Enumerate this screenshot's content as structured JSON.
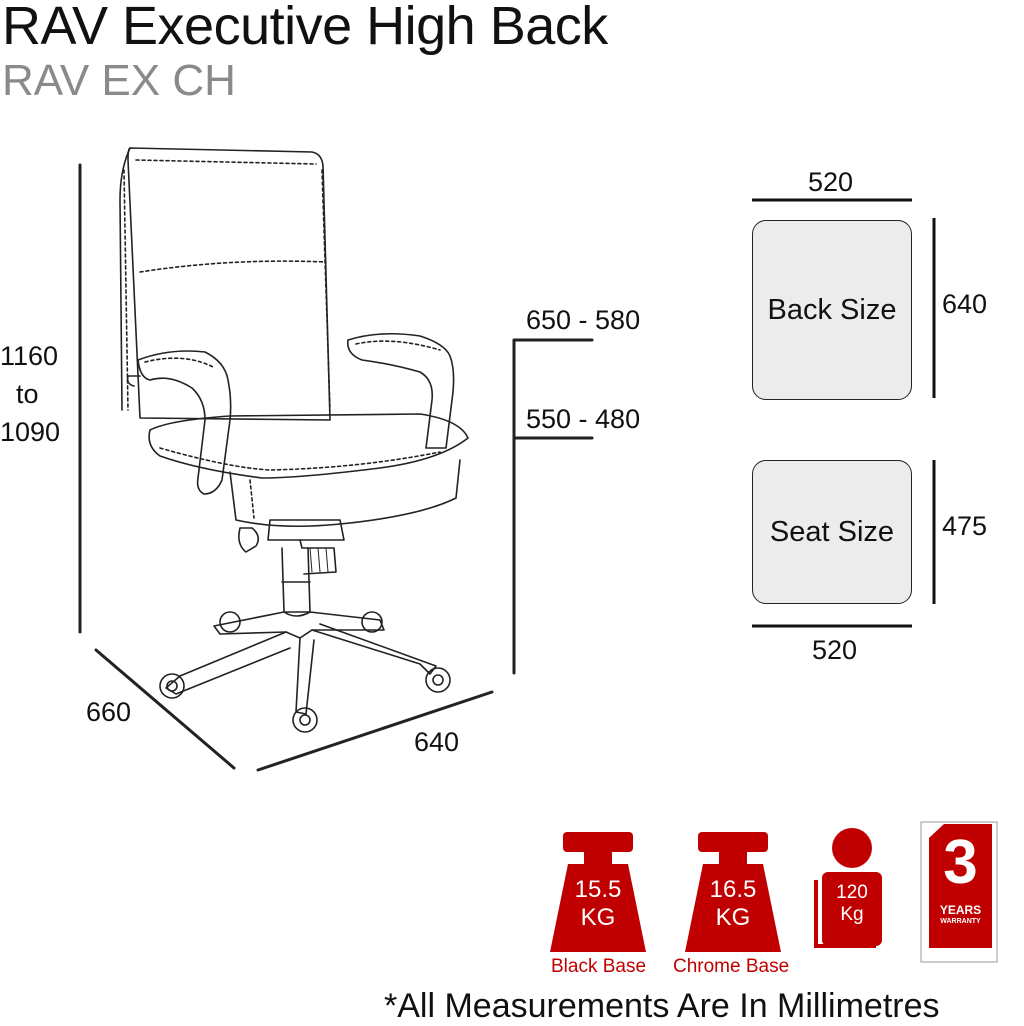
{
  "header": {
    "title": "RAV Executive High Back",
    "code": "RAV EX CH"
  },
  "chair_dimensions": {
    "height_top": "1160",
    "height_to": "to",
    "height_bottom": "1090",
    "depth": "660",
    "width": "640",
    "arm_height": "650 - 580",
    "seat_height": "550 - 480"
  },
  "back_size": {
    "label": "Back Size",
    "width": "520",
    "height": "640"
  },
  "seat_size": {
    "label": "Seat Size",
    "width": "520",
    "height": "475"
  },
  "badges": {
    "black_base": {
      "value": "15.5",
      "unit": "KG",
      "label": "Black Base"
    },
    "chrome_base": {
      "value": "16.5",
      "unit": "KG",
      "label": "Chrome Base"
    },
    "max_user": {
      "value": "120",
      "unit": "Kg"
    },
    "warranty": {
      "number": "3",
      "line1": "YEARS",
      "line2": "WARRANTY"
    }
  },
  "colors": {
    "accent_red": "#c00000",
    "card_fill": "#ececec",
    "subtitle_grey": "#8a8a8a"
  },
  "footnote": "*All Measurements Are In Millimetres"
}
